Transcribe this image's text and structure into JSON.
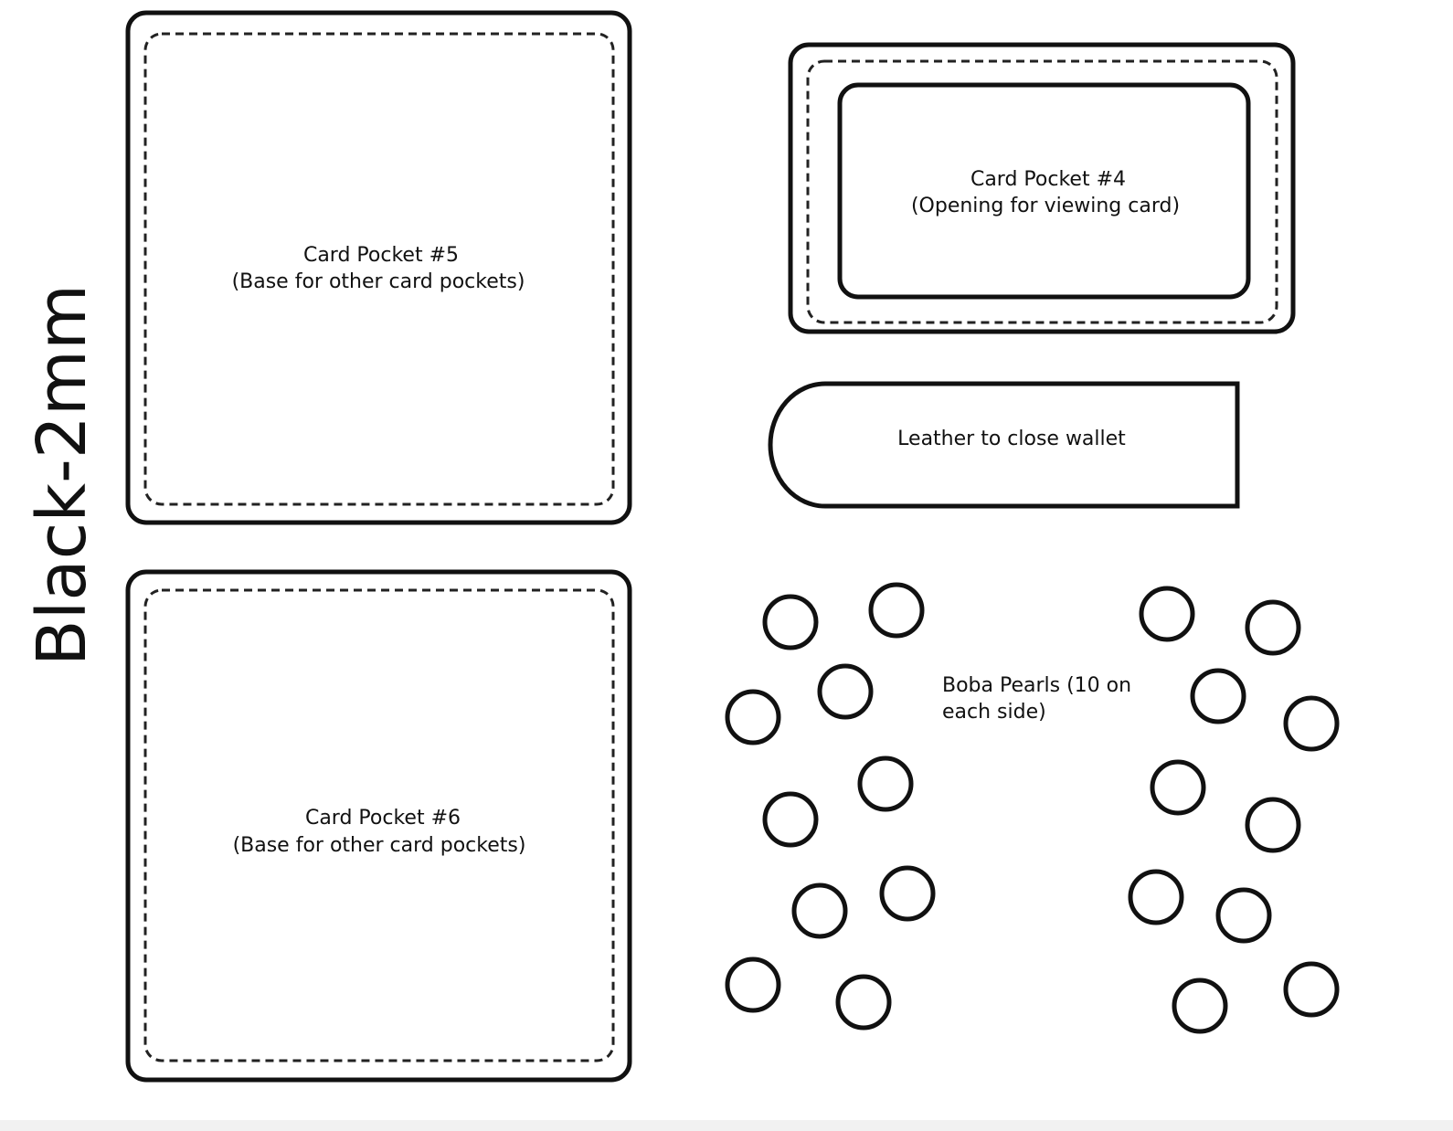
{
  "sheet": {
    "title": "Black-2mm"
  },
  "pieces": {
    "pocket5": {
      "line1": "Card Pocket #5",
      "line2": "(Base for other card pockets)"
    },
    "pocket6": {
      "line1": "Card Pocket #6",
      "line2": "(Base for other card pockets)"
    },
    "pocket4": {
      "line1": "Card Pocket #4",
      "line2": "(Opening for viewing card)"
    },
    "closure": {
      "label": "Leather to close wallet"
    },
    "pearls": {
      "line1": "Boba Pearls  (10 on",
      "line2": "each side)"
    }
  },
  "colors": {
    "line": "#111111",
    "background": "#ffffff"
  }
}
